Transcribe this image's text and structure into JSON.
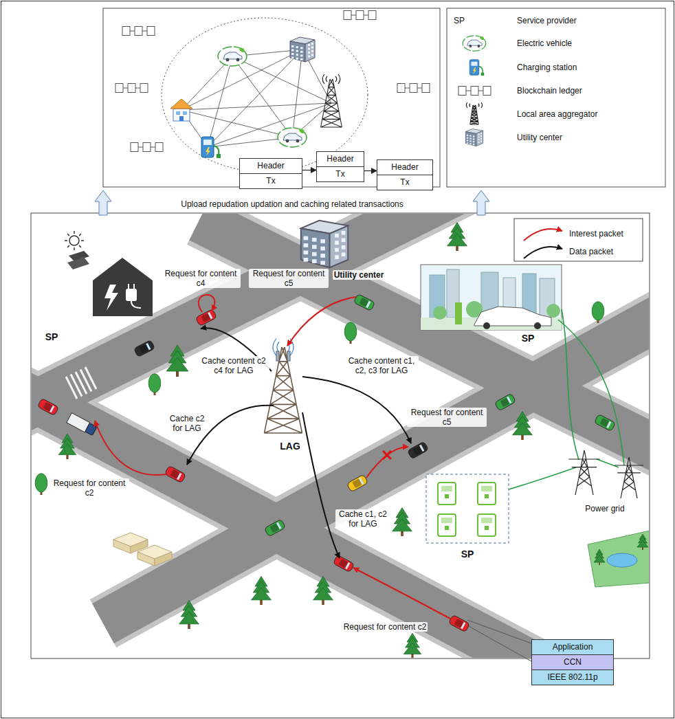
{
  "diagram": {
    "nodes": [
      {
        "text": [
          "Header",
          "Tx"
        ]
      },
      {
        "text": [
          "Header",
          "Tx"
        ]
      },
      {
        "text": [
          "Header",
          "Tx"
        ]
      },
      {
        "text": [
          "Application"
        ]
      },
      {
        "text": [
          "CCN"
        ]
      },
      {
        "text": [
          "IEEE 802.11p"
        ]
      }
    ],
    "edges": [
      {
        "from": 0,
        "to": 1,
        "arrow": "to"
      },
      {
        "from": 1,
        "to": 2,
        "arrow": "to"
      }
    ],
    "labels": [
      "SP",
      "Upload repudation updation and caching related transactions",
      "Utility center",
      "Request for content c4",
      "Request for content c5",
      "Cache content c2 c4 for LAG",
      "Cache content c1, c2, c3 for LAG",
      "Request for content c5",
      "Cache c2 for LAG",
      "Cache c1, c2 for LAG",
      "LAG",
      "Request for content c2",
      "SP",
      "SP",
      "SP",
      "Power grid",
      "Request for content c2"
    ],
    "legend": [
      {
        "text": "Service provider"
      },
      {
        "text": "Electric vehicle"
      },
      {
        "text": "Charging station"
      },
      {
        "text": "Blockchain ledger"
      },
      {
        "text": "Local area aggregator"
      },
      {
        "text": "Utility center"
      },
      {
        "text": "Interest packet"
      },
      {
        "text": "Data packet"
      }
    ]
  }
}
